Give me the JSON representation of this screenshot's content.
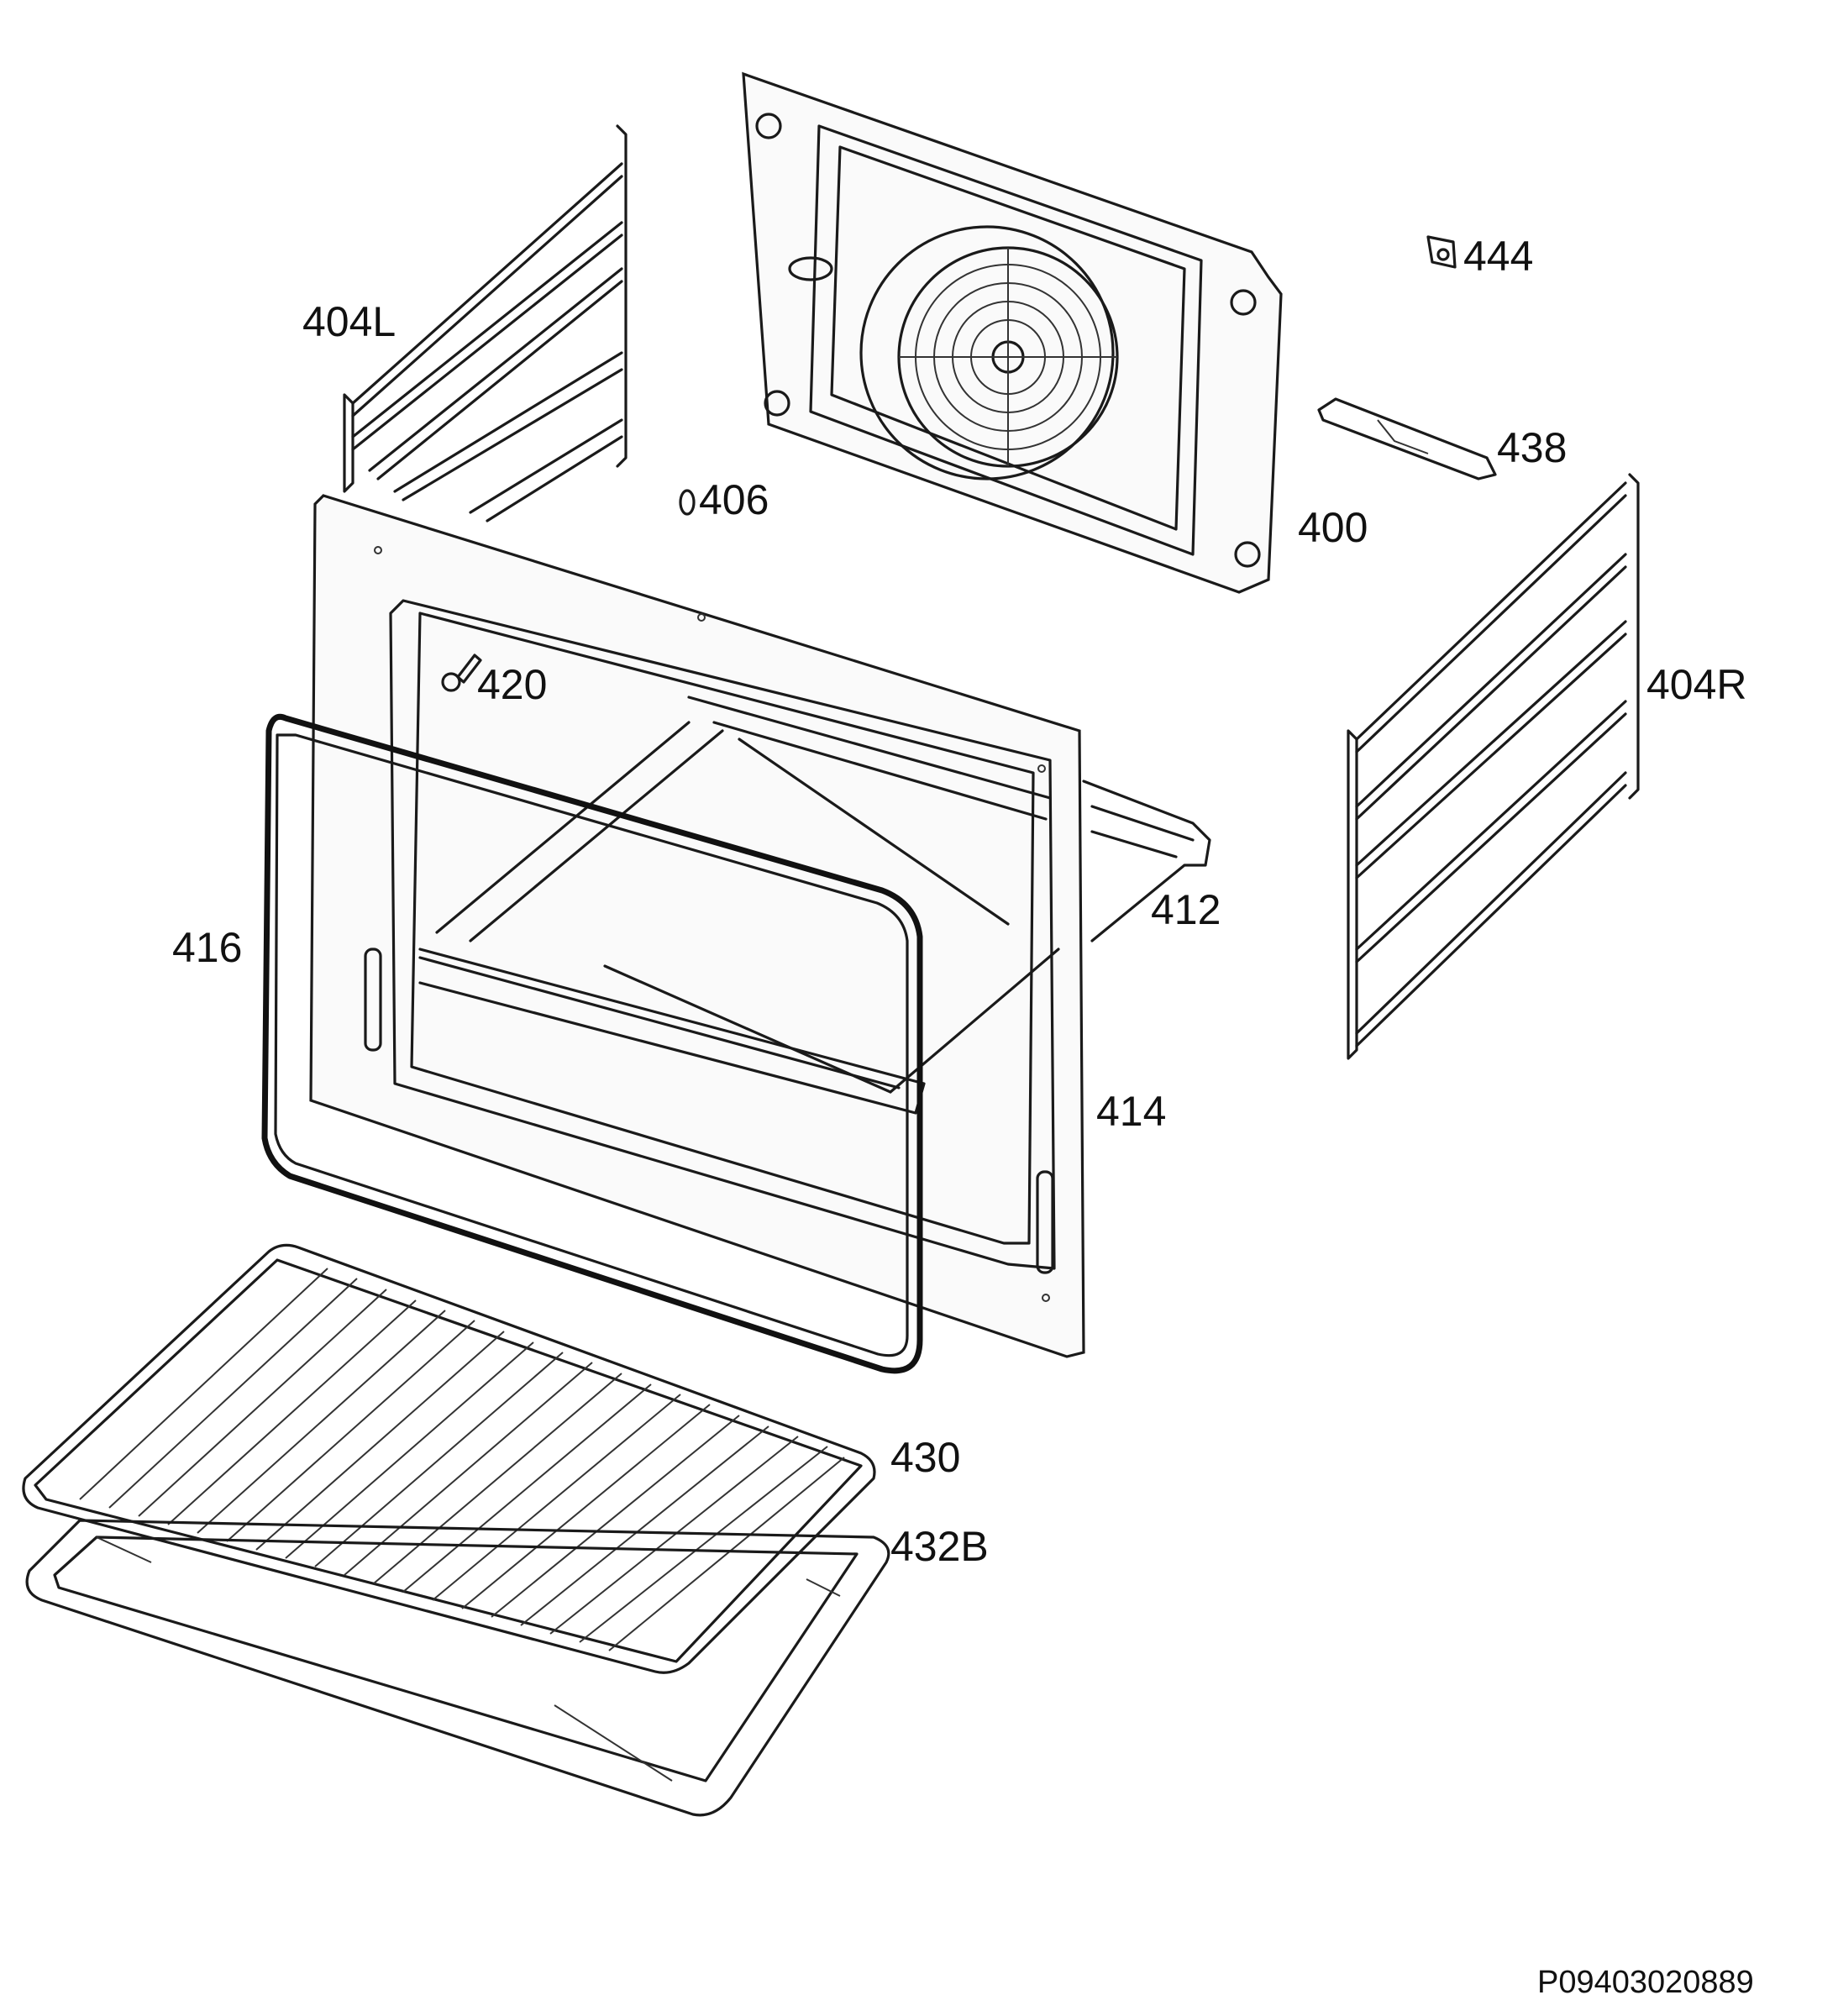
{
  "parts": {
    "p400": "400",
    "p404L": "404L",
    "p404R": "404R",
    "p406": "406",
    "p412": "412",
    "p414": "414",
    "p416": "416",
    "p420": "420",
    "p430": "430",
    "p432B": "432B",
    "p438": "438",
    "p444": "444"
  },
  "drawing_ref": "P09403020889",
  "colors": {
    "line": "#1a1a1a",
    "background": "#ffffff"
  }
}
